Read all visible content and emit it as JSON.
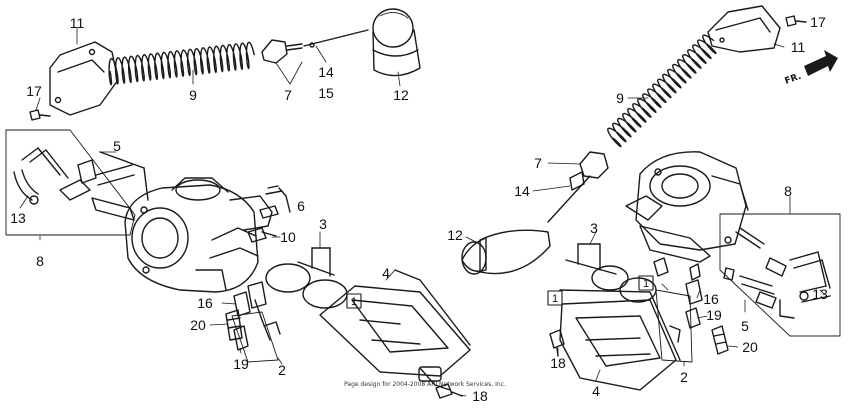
{
  "callouts": {
    "c11a": "11",
    "c17a": "17",
    "c9a": "9",
    "c7a": "7",
    "c14a": "14",
    "c15a": "15",
    "c12a": "12",
    "c5a": "5",
    "c6a": "6",
    "c13a": "13",
    "c8a": "8",
    "c3a": "3",
    "c10a": "10",
    "c4a": "4",
    "c1a": "1",
    "c16a": "16",
    "c20a": "20",
    "c19a": "19",
    "c2a": "2",
    "c18a": "18",
    "c17b": "17",
    "c11b": "11",
    "c9b": "9",
    "c7b": "7",
    "c14b": "14",
    "c12b": "12",
    "c3b": "3",
    "c8b": "8",
    "c13b": "13",
    "c1b": "1",
    "c16b": "16",
    "c19b": "19",
    "c5b": "5",
    "c20b": "20",
    "c18b": "18",
    "c4b": "4",
    "c2b": "2"
  },
  "direction_label": "FR.",
  "footer": "Page design for 2004-2008 ARI Network Services, Inc."
}
